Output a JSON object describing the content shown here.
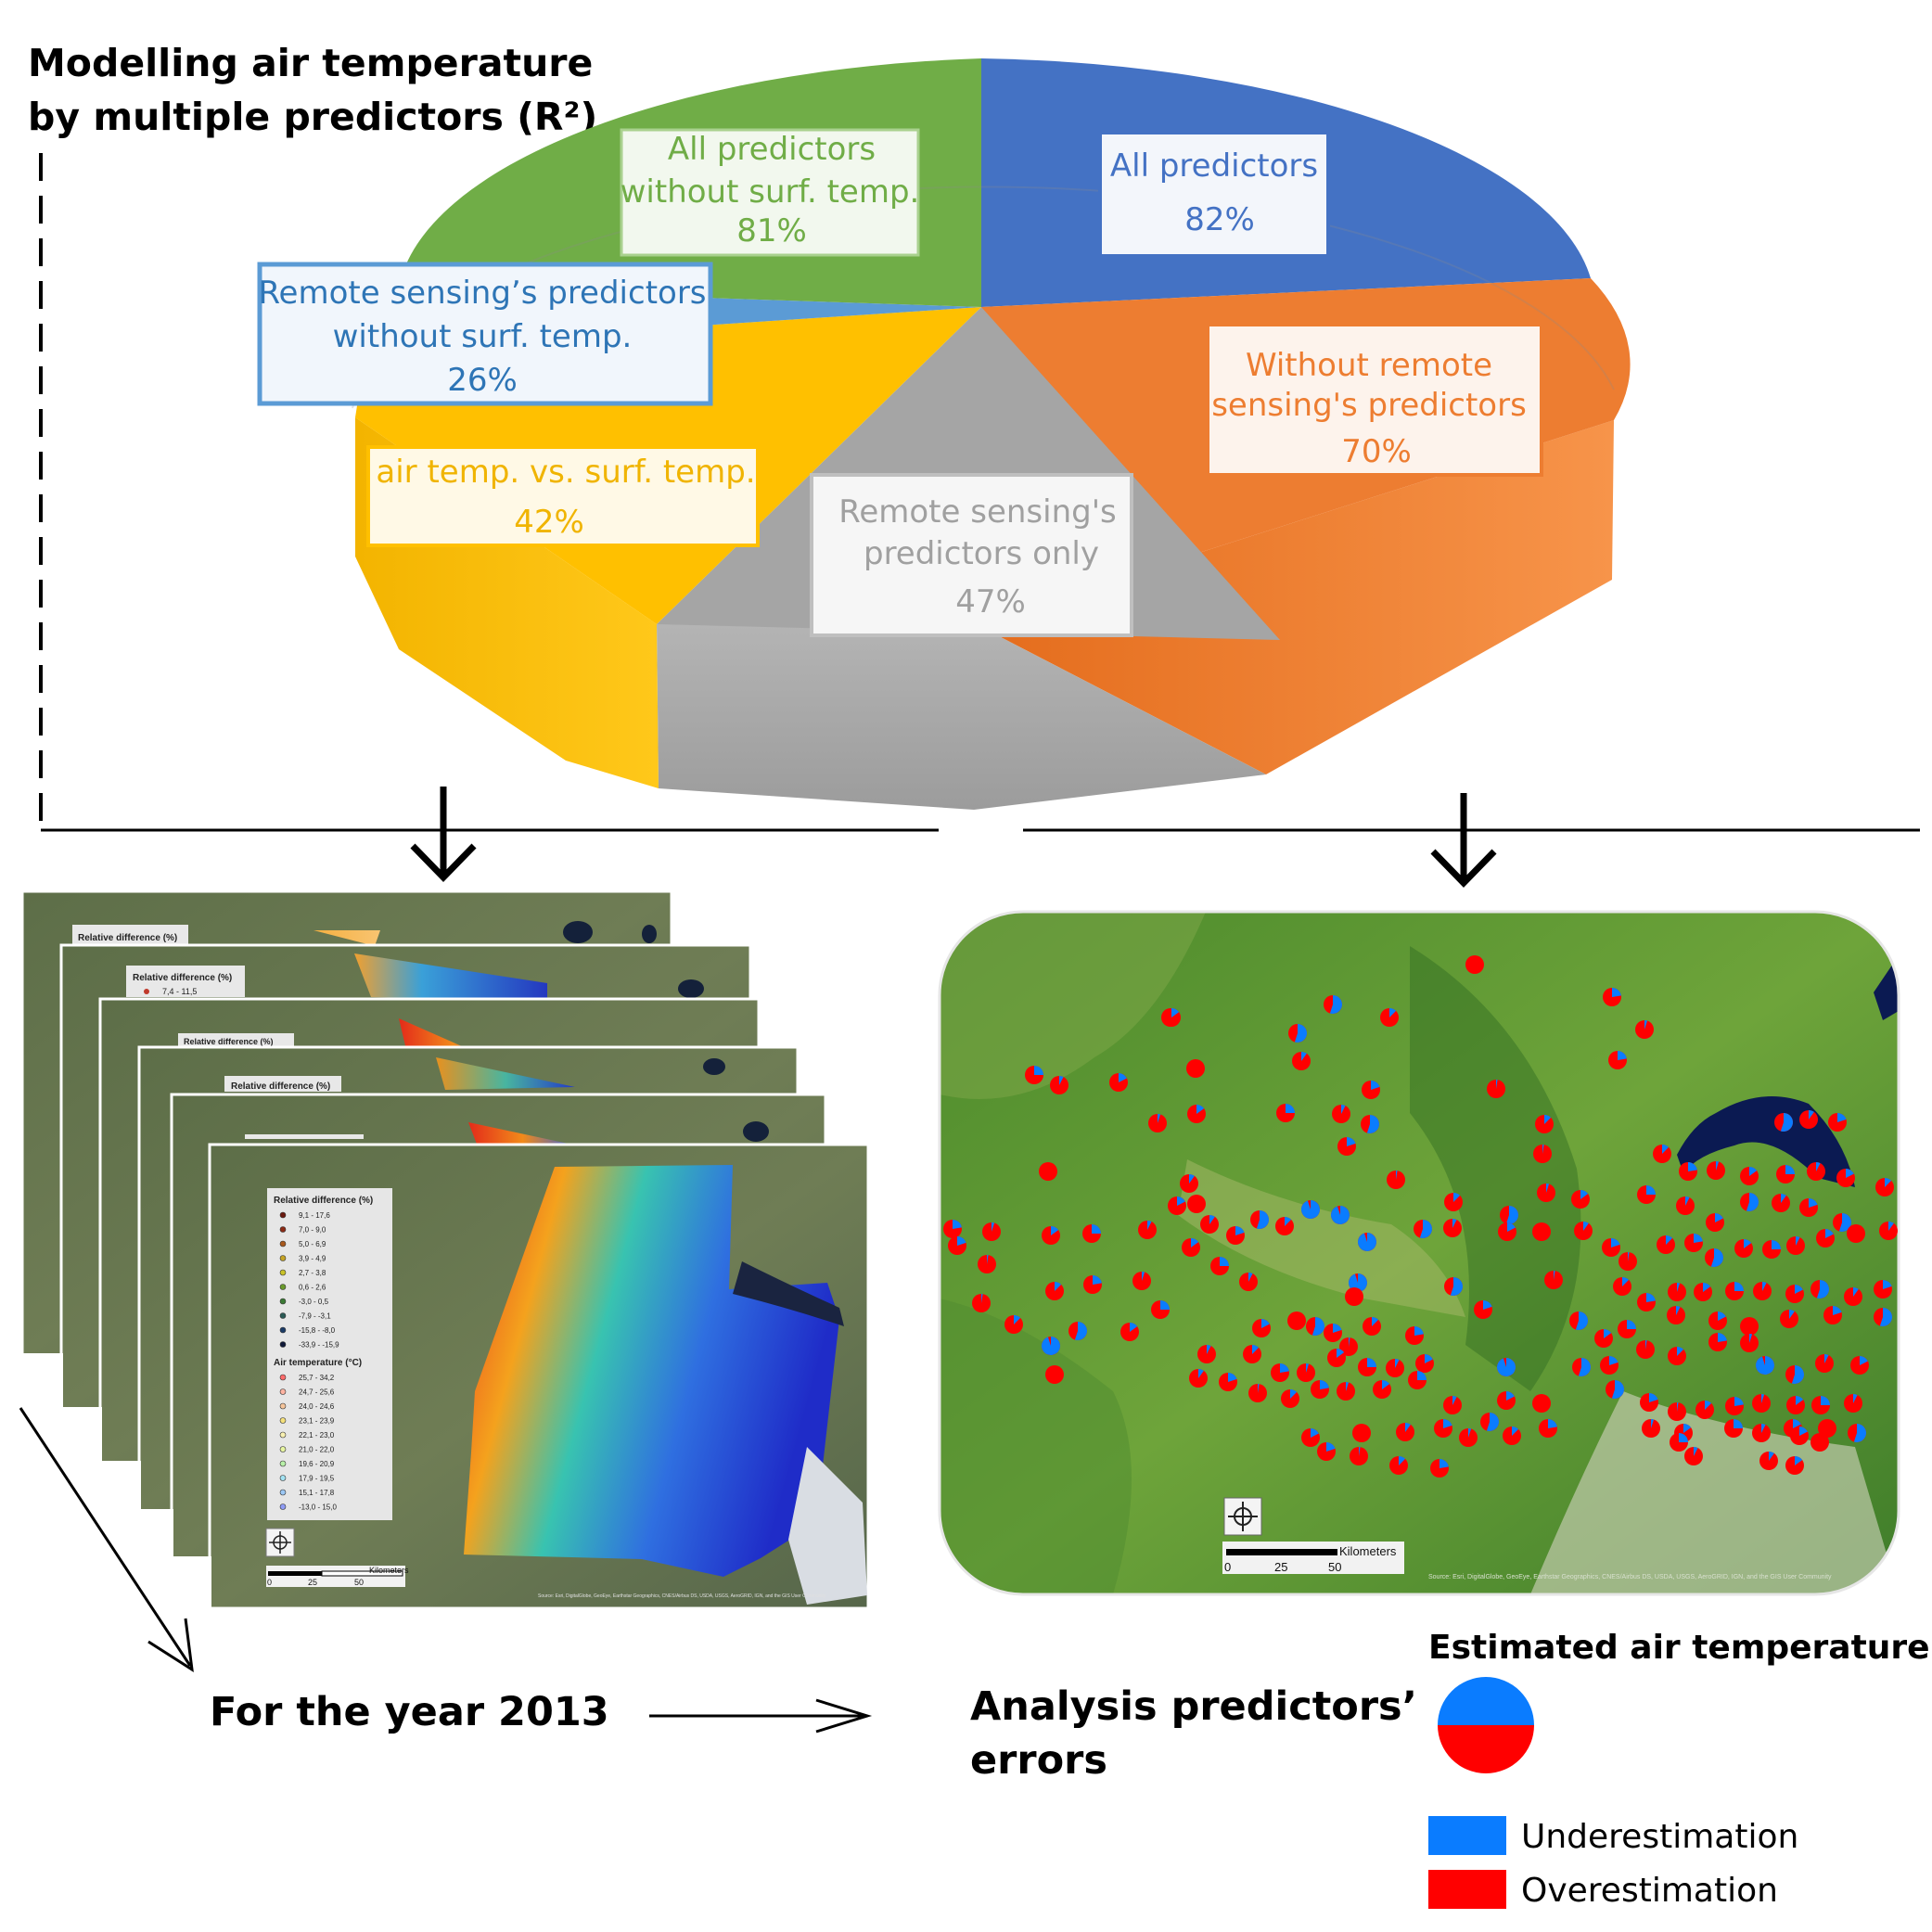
{
  "title": {
    "line1": "Modelling air temperature",
    "line2": "by multiple predictors (R²)"
  },
  "pie": {
    "slices": [
      {
        "key": "all",
        "line1": "All predictors",
        "line2": "",
        "value": "82%",
        "color": "#4472c4"
      },
      {
        "key": "without_rs",
        "line1": "Without remote",
        "line2": "sensing's  predictors",
        "value": "70%",
        "color": "#ed7d31"
      },
      {
        "key": "rs_only",
        "line1": "Remote sensing's",
        "line2": "predictors only",
        "value": "47%",
        "color": "#a5a5a5"
      },
      {
        "key": "air_vs_surf",
        "line1": "air temp. vs. surf. temp.",
        "line2": "",
        "value": "42%",
        "color": "#ffc000"
      },
      {
        "key": "rs_without_surf",
        "line1": "Remote sensing’s predictors",
        "line2": "without surf. temp.",
        "value": "26%",
        "color": "#5b9bd5"
      },
      {
        "key": "all_without_surf",
        "line1": "All predictors",
        "line2": "without surf. temp.",
        "value": "81%",
        "color": "#70ad47"
      }
    ]
  },
  "left_maps": {
    "sheet_titles": [
      "Relative difference (%)",
      "Relative difference (%)",
      "Relative difference (%)",
      "Relative difference (%)"
    ],
    "sheet2_legend_item": "7,4 - 11,5",
    "legend": {
      "title1": "Relative difference (%)",
      "items1": [
        "9,1 - 17,6",
        "7,0 - 9,0",
        "5,0 - 6,9",
        "3,9 - 4,9",
        "2,7 - 3,8",
        "0,6 - 2,6",
        "-3,0 - 0,5",
        "-7,9 - -3,1",
        "-15,8 - -8,0",
        "-33,9 - -15,9"
      ],
      "title2": "Air temperature (°C)",
      "items2": [
        "25,7 - 34,2",
        "24,7 - 25,6",
        "24,0 - 24,6",
        "23,1 - 23,9",
        "22,1 - 23,0",
        "21,0 - 22,0",
        "19,6 - 20,9",
        "17,9 - 19,5",
        "15,1 - 17,8",
        "-13,0 - 15,0"
      ]
    },
    "scale_label": "Kilometers",
    "scale_ticks": [
      "0",
      "25",
      "50"
    ],
    "credits": "Source: Esri, DigitalGlobe, GeoEye, Earthstar Geographics, CNES/Airbus DS, USDA, USGS, AeroGRID, IGN, and the GIS User Community"
  },
  "right_map": {
    "scale_label": "Kilometers",
    "scale_ticks": [
      "0",
      "25",
      "50"
    ],
    "credits": "Source: Esri, DigitalGlobe, GeoEye, Earthstar Geographics, CNES/Airbus DS, USDA, USGS, AeroGRID, IGN, and the GIS User Community"
  },
  "bottom": {
    "year_label": "For the year 2013",
    "analysis_line1": "Analysis predictors’",
    "analysis_line2": "errors"
  },
  "legend": {
    "title": "Estimated air temperature",
    "under_label": "Underestimation",
    "over_label": "Overestimation",
    "under_color": "#0a7cff",
    "over_color": "#ff0000"
  }
}
